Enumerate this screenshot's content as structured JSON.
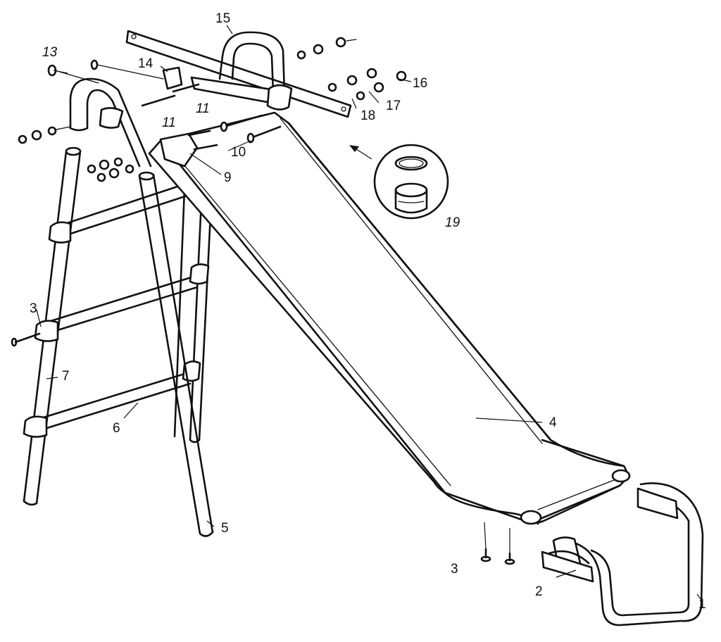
{
  "diagram": {
    "labels": {
      "p1": "1",
      "p2": "2",
      "p3a": "3",
      "p3b": "3",
      "p4": "4",
      "p5": "5",
      "p6": "6",
      "p7": "7",
      "p9": "9",
      "p10": "10",
      "p11a": "11",
      "p11b": "11",
      "p13": "13",
      "p14": "14",
      "p15": "15",
      "p16": "16",
      "p17": "17",
      "p18": "18",
      "p19": "19"
    }
  }
}
